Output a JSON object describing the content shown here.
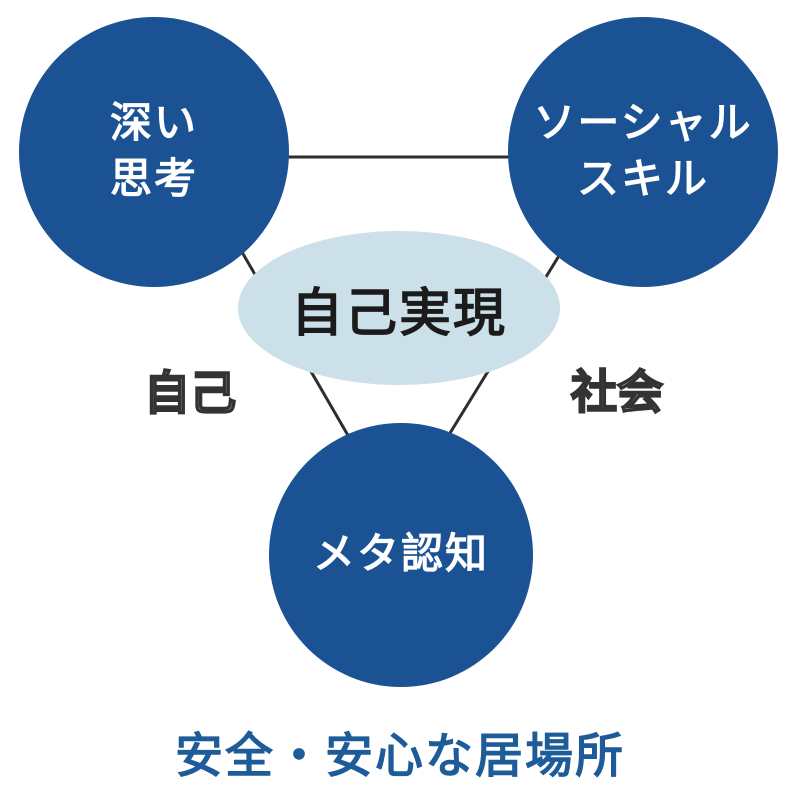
{
  "diagram": {
    "center": {
      "label": "自己実現"
    },
    "nodes": [
      {
        "id": "deep-thinking",
        "lines": [
          "深い",
          "思考"
        ]
      },
      {
        "id": "social-skills",
        "lines": [
          "ソーシャル",
          "スキル"
        ]
      },
      {
        "id": "metacognition",
        "lines": [
          "メタ認知"
        ]
      }
    ],
    "edge_labels": {
      "left": "自己",
      "right": "社会"
    },
    "caption": "安全・安心な居場所",
    "colors": {
      "background": "#FFFFFF",
      "node_fill": "#1B5294",
      "node_text": "#FFFFFF",
      "center_fill": "#CBE0E9",
      "center_text": "#1B1B1B",
      "connector_line": "#2E2E2E",
      "edge_label_outline": "#333333",
      "caption_text": "#1D5C99"
    }
  }
}
